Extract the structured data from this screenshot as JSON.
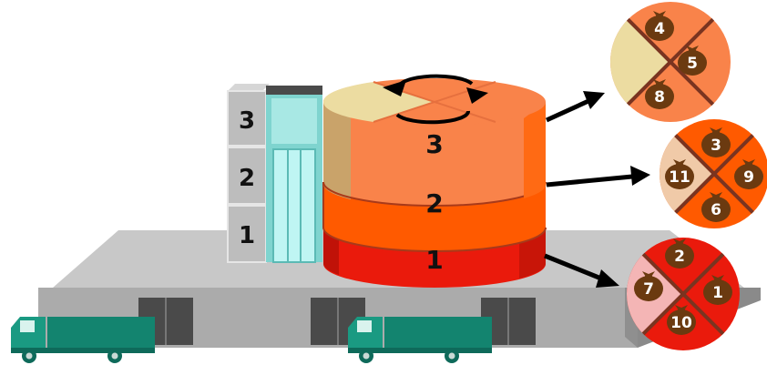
{
  "colors": {
    "floor_top": "#c8c8c8",
    "floor_front": "#9e9e9e",
    "floor_side": "#7c7c7c",
    "dock_door": "#4a4a4a",
    "truck_body": "#13846f",
    "truck_cab": "#1a9a82",
    "tier_top_orange": "#f9834a",
    "tier_mid_orange": "#ff5a00",
    "tier_bottom_red": "#ea1a0c",
    "bag_brown": "#6b3a10",
    "divider": "#7a3420",
    "arrow": "#000000"
  },
  "rack": {
    "levels": [
      {
        "label": "3"
      },
      {
        "label": "2"
      },
      {
        "label": "1"
      }
    ]
  },
  "tiers": [
    {
      "label": "3",
      "color": "orange-light"
    },
    {
      "label": "2",
      "color": "orange"
    },
    {
      "label": "1",
      "color": "red"
    }
  ],
  "rotation_icon": "circular-arrows-icon",
  "groups": [
    {
      "tier": "3",
      "circle_color": "#f9834a",
      "highlight_color": "#ecdca1",
      "bags": [
        {
          "label": "4"
        },
        {
          "label": "5"
        },
        {
          "label": "8"
        }
      ]
    },
    {
      "tier": "2",
      "circle_color": "#ff5a00",
      "highlight_color": "#f0caa8",
      "bags": [
        {
          "label": "3"
        },
        {
          "label": "11"
        },
        {
          "label": "9"
        },
        {
          "label": "6"
        }
      ]
    },
    {
      "tier": "1",
      "circle_color": "#ea1a0c",
      "highlight_color": "#f4b5b5",
      "bags": [
        {
          "label": "2"
        },
        {
          "label": "7"
        },
        {
          "label": "1"
        },
        {
          "label": "10"
        }
      ]
    }
  ]
}
